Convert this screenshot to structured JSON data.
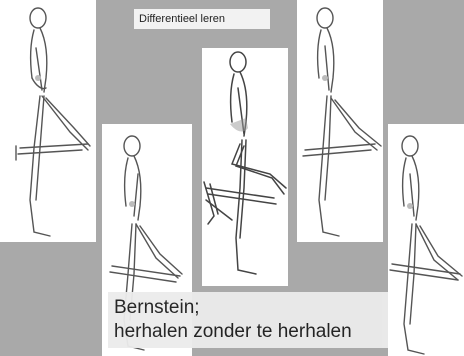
{
  "slide": {
    "title": "Differentieel leren",
    "caption_line1": "Bernstein;",
    "caption_line2": "herhalen zonder te herhalen"
  },
  "figures": [
    {
      "icon": "skeleton-kick-forward-icon"
    },
    {
      "icon": "skeleton-kick-mid-icon"
    },
    {
      "icon": "skeleton-kick-bent-icon"
    },
    {
      "icon": "skeleton-kick-forward-icon"
    },
    {
      "icon": "skeleton-kick-forward-icon"
    }
  ],
  "colors": {
    "background": "#a9a9a9",
    "panel": "#ffffff",
    "outline": "#555555"
  }
}
